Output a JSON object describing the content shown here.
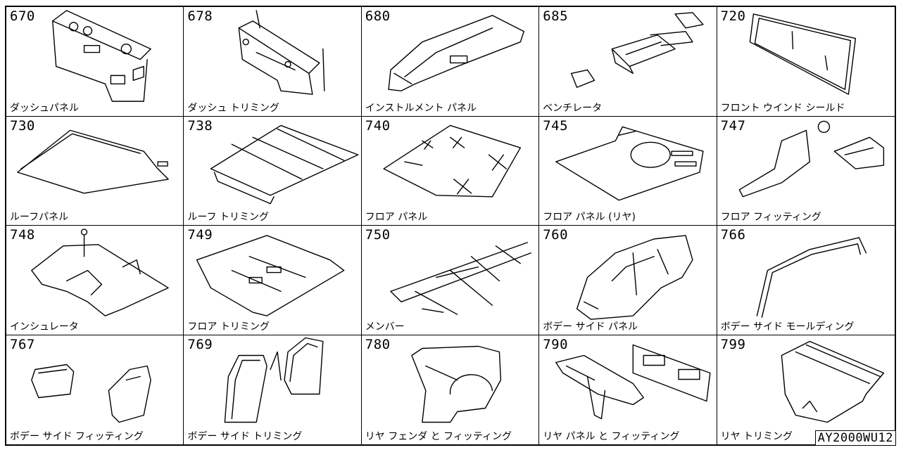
{
  "parts": [
    {
      "code": "670",
      "label": "ダッシュパネル",
      "icon": "dash-panel"
    },
    {
      "code": "678",
      "label": "ダッシュ トリミング",
      "icon": "dash-trimming"
    },
    {
      "code": "680",
      "label": "インストルメント パネル",
      "icon": "instrument-panel"
    },
    {
      "code": "685",
      "label": "ベンチレータ",
      "icon": "ventilator"
    },
    {
      "code": "720",
      "label": "フロント ウインド シールド",
      "icon": "windshield"
    },
    {
      "code": "730",
      "label": "ルーフパネル",
      "icon": "roof-panel"
    },
    {
      "code": "738",
      "label": "ルーフ トリミング",
      "icon": "roof-trimming"
    },
    {
      "code": "740",
      "label": "フロア パネル",
      "icon": "floor-panel"
    },
    {
      "code": "745",
      "label": "フロア パネル (リヤ)",
      "icon": "floor-panel-rear"
    },
    {
      "code": "747",
      "label": "フロア フィッティング",
      "icon": "floor-fitting"
    },
    {
      "code": "748",
      "label": "インシュレータ",
      "icon": "insulator"
    },
    {
      "code": "749",
      "label": "フロア トリミング",
      "icon": "floor-trimming"
    },
    {
      "code": "750",
      "label": "メンバー",
      "icon": "member"
    },
    {
      "code": "760",
      "label": "ボデー サイド パネル",
      "icon": "body-side-panel"
    },
    {
      "code": "766",
      "label": "ボデー サイド モールディング",
      "icon": "body-side-molding"
    },
    {
      "code": "767",
      "label": "ボデー サイド フィッティング",
      "icon": "body-side-fitting"
    },
    {
      "code": "769",
      "label": "ボデー サイド トリミング",
      "icon": "body-side-trimming"
    },
    {
      "code": "780",
      "label": "リヤ フェンダ と フィッティング",
      "icon": "rear-fender"
    },
    {
      "code": "790",
      "label": "リヤ パネル と フィッティング",
      "icon": "rear-panel"
    },
    {
      "code": "799",
      "label": "リヤ トリミング",
      "icon": "rear-trimming"
    }
  ],
  "reference": "AY2000WU12"
}
